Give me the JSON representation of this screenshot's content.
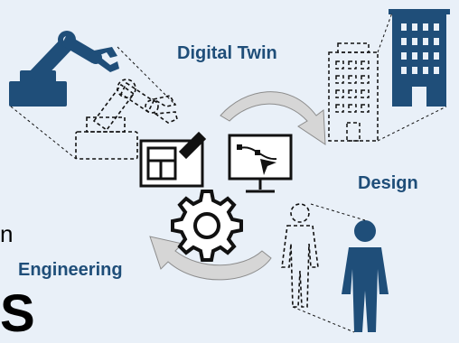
{
  "labels": {
    "digital_twin": "Digital Twin",
    "design": "Design",
    "engineering": "Engineering",
    "partial_large": "S",
    "partial_small": "n"
  },
  "colors": {
    "navy": "#1f4e79",
    "dark": "#111111",
    "arrow_gray": "#d6d6d6",
    "background": "#e9f0f8"
  },
  "icons": [
    "robot-arm-icon",
    "robot-arm-wireframe-icon",
    "building-icon",
    "building-wireframe-icon",
    "person-icon",
    "person-wireframe-icon",
    "blueprint-icon",
    "cad-monitor-icon",
    "gear-icon",
    "cycle-arrow-icon"
  ]
}
